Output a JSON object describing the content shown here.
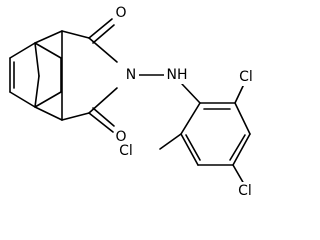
{
  "labels": {
    "o_top": "O",
    "o_bottom": "O",
    "n": "N",
    "nh": "NH",
    "cl_top_right": "Cl",
    "cl_left": "Cl",
    "cl_bottom_right": "Cl"
  }
}
